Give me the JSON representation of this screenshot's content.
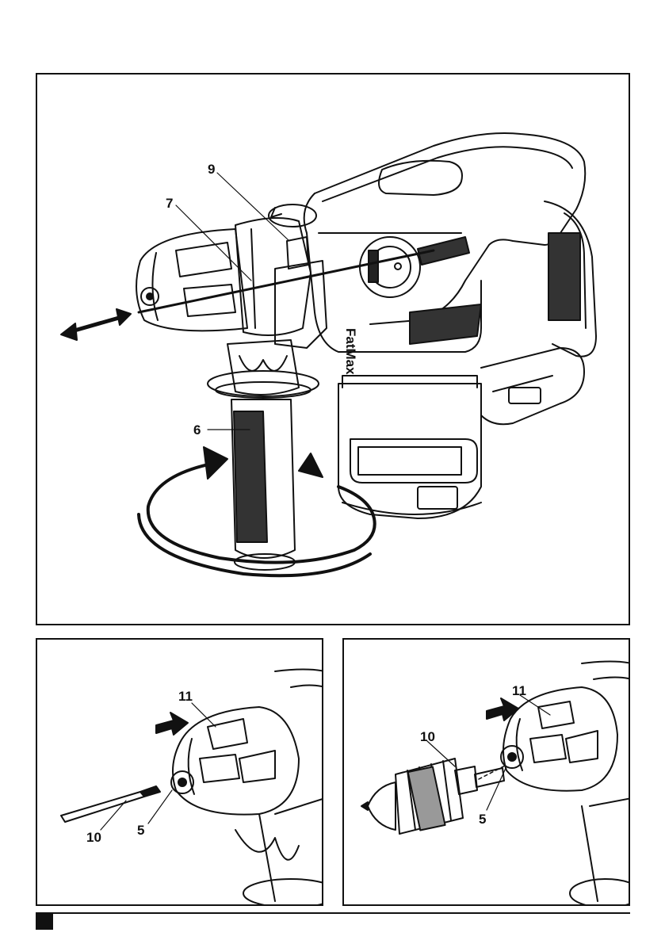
{
  "figure_a": {
    "callouts": [
      "9",
      "7",
      "6"
    ],
    "brand_text": "FatMax"
  },
  "figure_b": {
    "callouts": [
      "11",
      "10",
      "5"
    ]
  },
  "figure_c": {
    "callouts": [
      "11",
      "10",
      "5"
    ]
  }
}
